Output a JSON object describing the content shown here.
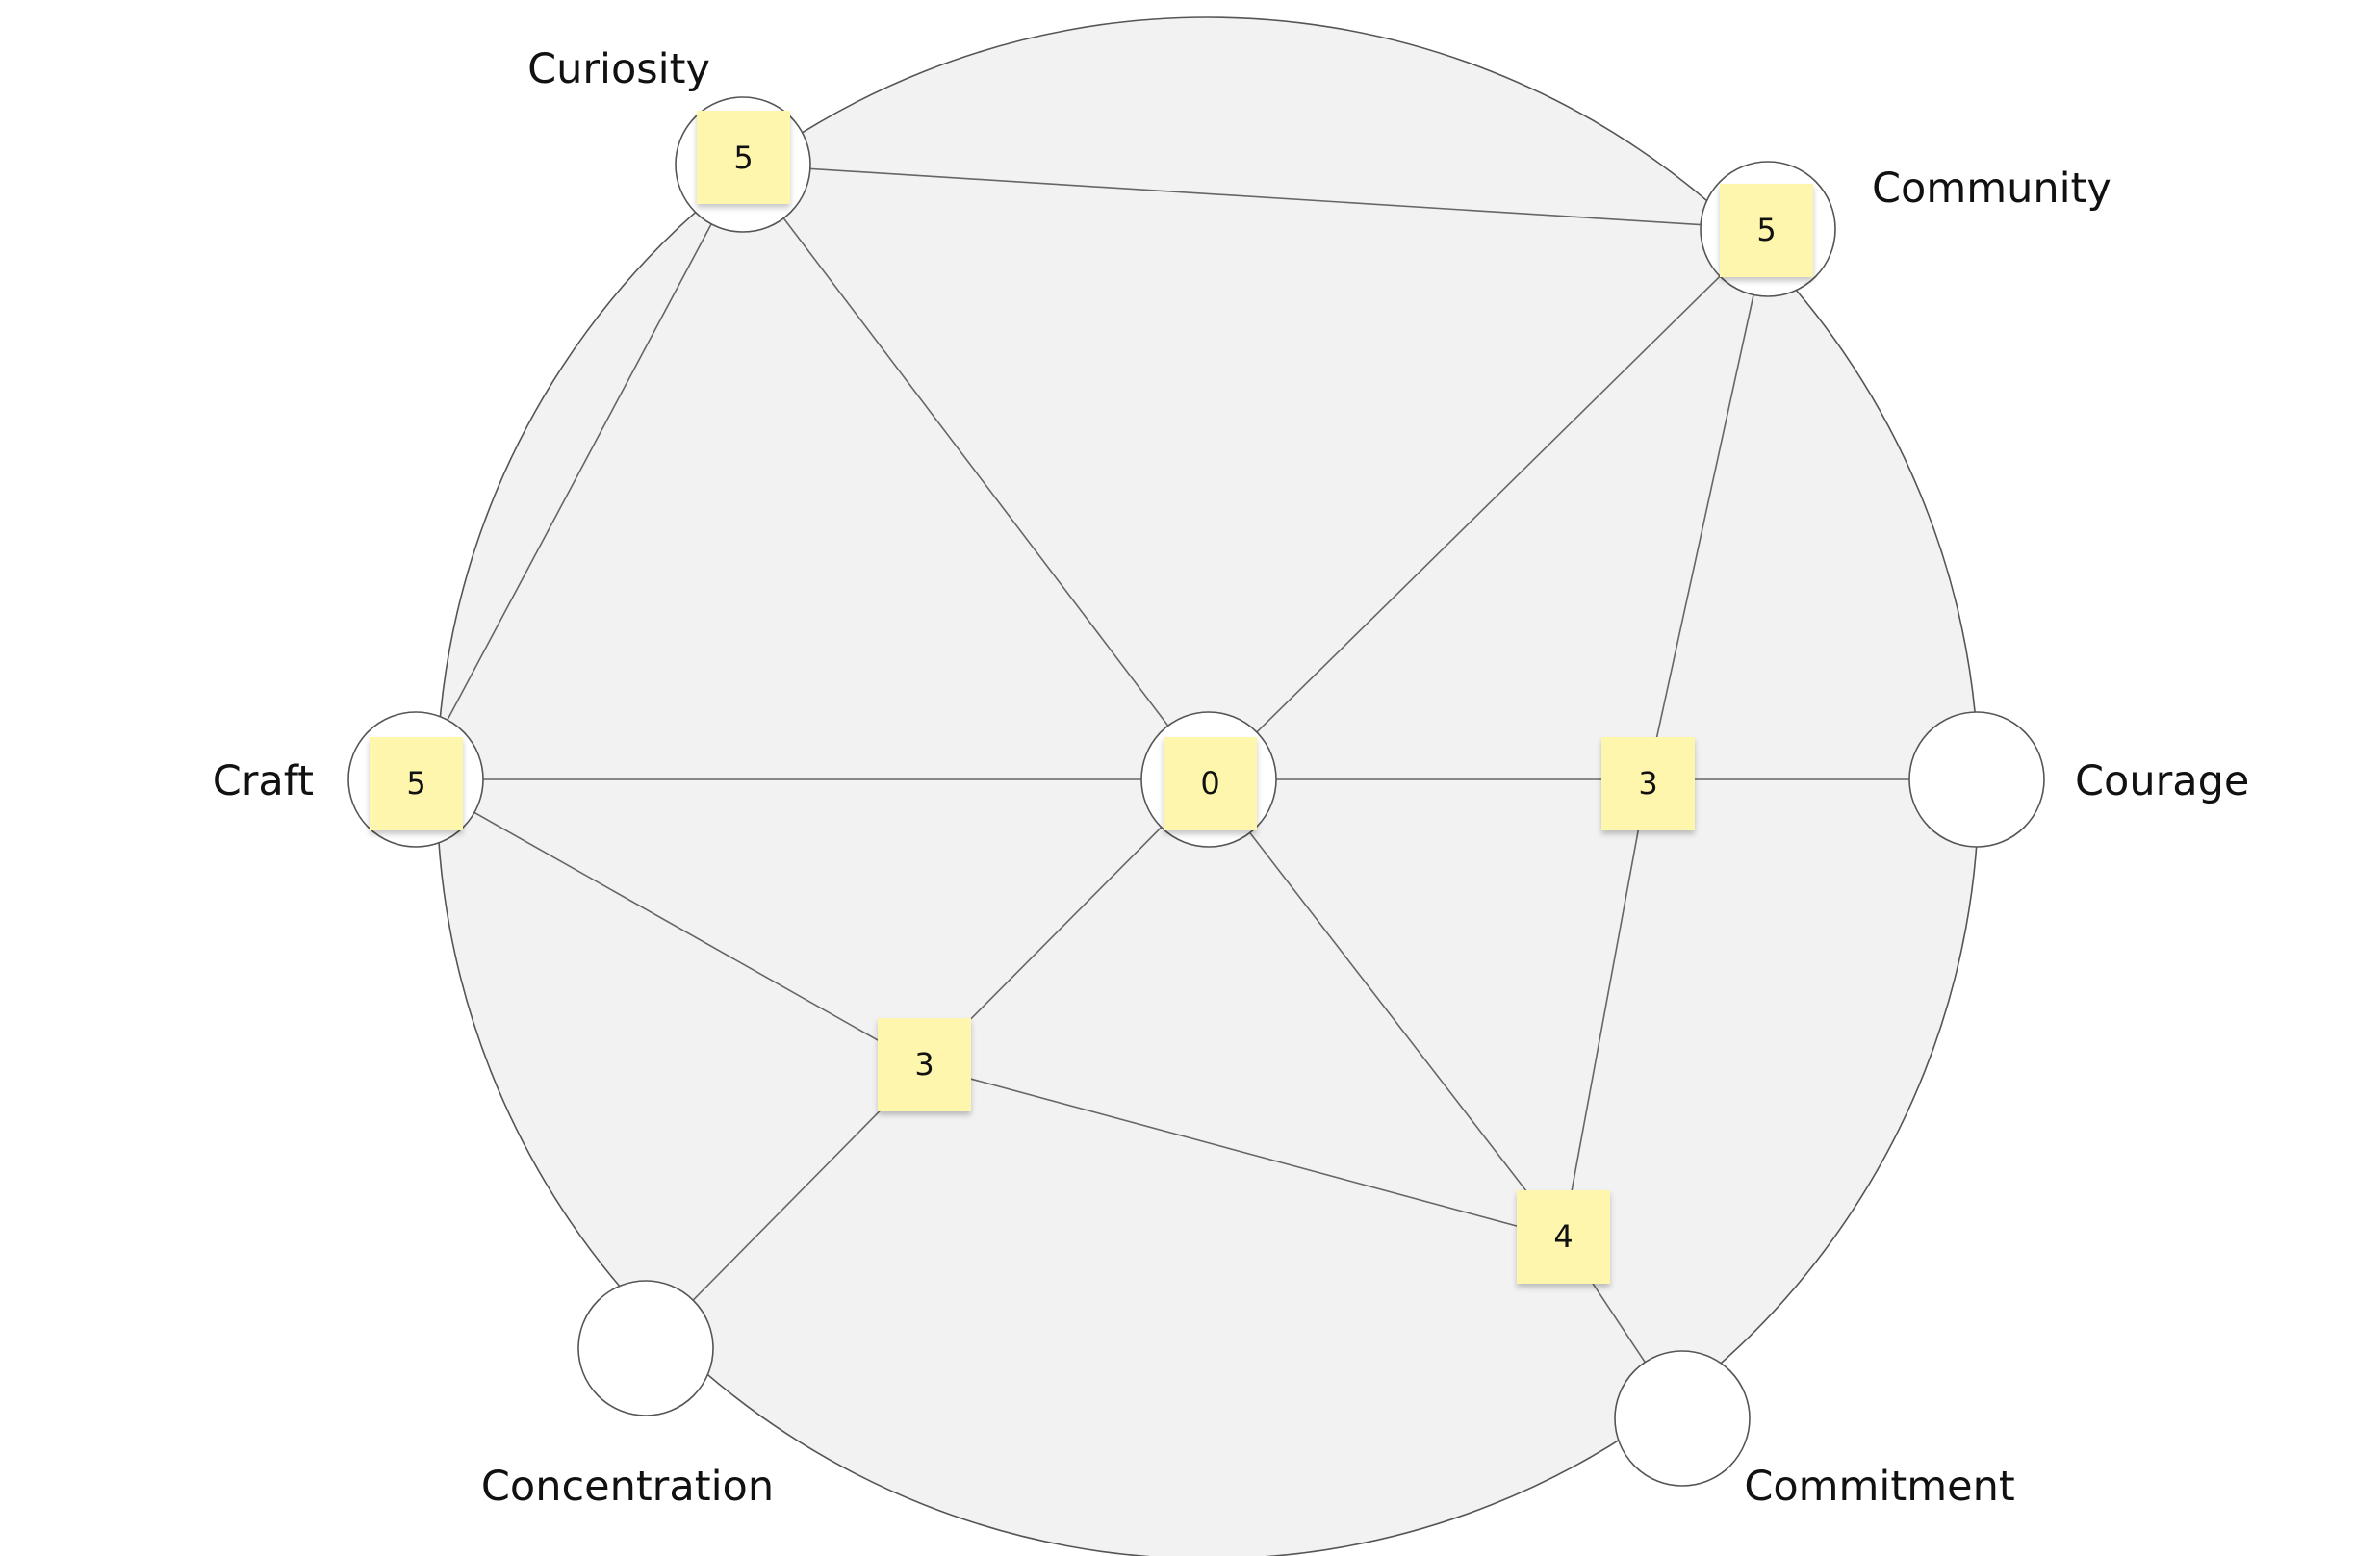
{
  "diagram": {
    "nodes": {
      "curiosity": {
        "label": "Curiosity",
        "score": "5"
      },
      "community": {
        "label": "Community",
        "score": "5"
      },
      "craft": {
        "label": "Craft",
        "score": "5"
      },
      "center": {
        "label": "",
        "score": "0"
      },
      "courage": {
        "label": "Courage",
        "score": ""
      },
      "concentration": {
        "label": "Concentration",
        "score": ""
      },
      "commitment": {
        "label": "Commitment",
        "score": ""
      }
    },
    "midpoints": {
      "center_courage": {
        "score": "3"
      },
      "center_concentration": {
        "score": "3"
      },
      "center_commitment": {
        "score": "4"
      }
    },
    "colors": {
      "background_circle": "#f2f2f2",
      "sticky_note": "#fff6ad",
      "line": "#666666"
    }
  }
}
